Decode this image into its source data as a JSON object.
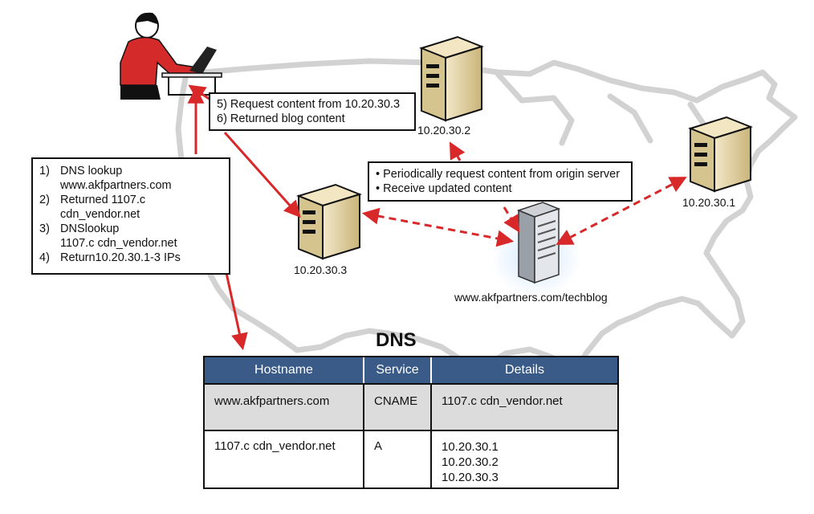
{
  "map_note_steps": [
    {
      "num": "1)",
      "lines": [
        "DNS lookup",
        "www.akfpartners.com"
      ]
    },
    {
      "num": "2)",
      "lines": [
        "Returned 1107.c cdn_vendor.net"
      ]
    },
    {
      "num": "3)",
      "lines": [
        "DNSlookup",
        "1107.c cdn_vendor.net"
      ]
    },
    {
      "num": "4)",
      "lines": [
        "Return10.20.30.1-3 IPs"
      ]
    }
  ],
  "request_note": [
    "5) Request content from 10.20.30.3",
    "6) Returned blog content"
  ],
  "origin_note": [
    "• Periodically request content from origin server",
    "• Receive updated content"
  ],
  "servers": {
    "s2_label": "10.20.30.2",
    "s1_label": "10.20.30.1",
    "s3_label": "10.20.30.3",
    "origin_label": "www.akfpartners.com/techblog"
  },
  "dns": {
    "title": "DNS",
    "headers": [
      "Hostname",
      "Service",
      "Details"
    ],
    "rows": [
      {
        "hostname": "www.akfpartners.com",
        "service": "CNAME",
        "details": [
          "1107.c cdn_vendor.net"
        ]
      },
      {
        "hostname": "1107.c cdn_vendor.net",
        "service": "A",
        "details": [
          "10.20.30.1",
          "10.20.30.2",
          "10.20.30.3"
        ]
      }
    ]
  },
  "colors": {
    "arrow": "#d8282a",
    "header_bg": "#3a5a87",
    "row_gray": "#dcdcdc",
    "server_body": "#e6d6a8",
    "map_outline": "#d2d2d2",
    "person_shirt": "#d42a2a"
  }
}
